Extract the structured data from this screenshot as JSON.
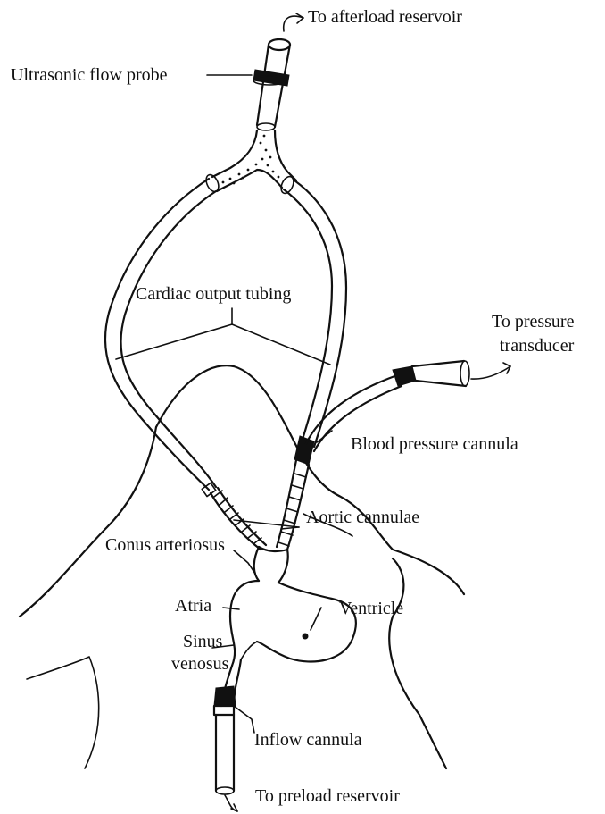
{
  "labels": {
    "afterload": "To afterload reservoir",
    "flow_probe": "Ultrasonic flow probe",
    "cardiac_output": "Cardiac output tubing",
    "pressure_transducer_line1": "To pressure",
    "pressure_transducer_line2": "transducer",
    "bp_cannula": "Blood pressure cannula",
    "aortic_cannulae": "Aortic cannulae",
    "conus": "Conus arteriosus",
    "atria": "Atria",
    "ventricle": "Ventricle",
    "sinus_line1": "Sinus",
    "sinus_line2": "venosus",
    "inflow": "Inflow cannula",
    "preload": "To preload reservoir"
  }
}
